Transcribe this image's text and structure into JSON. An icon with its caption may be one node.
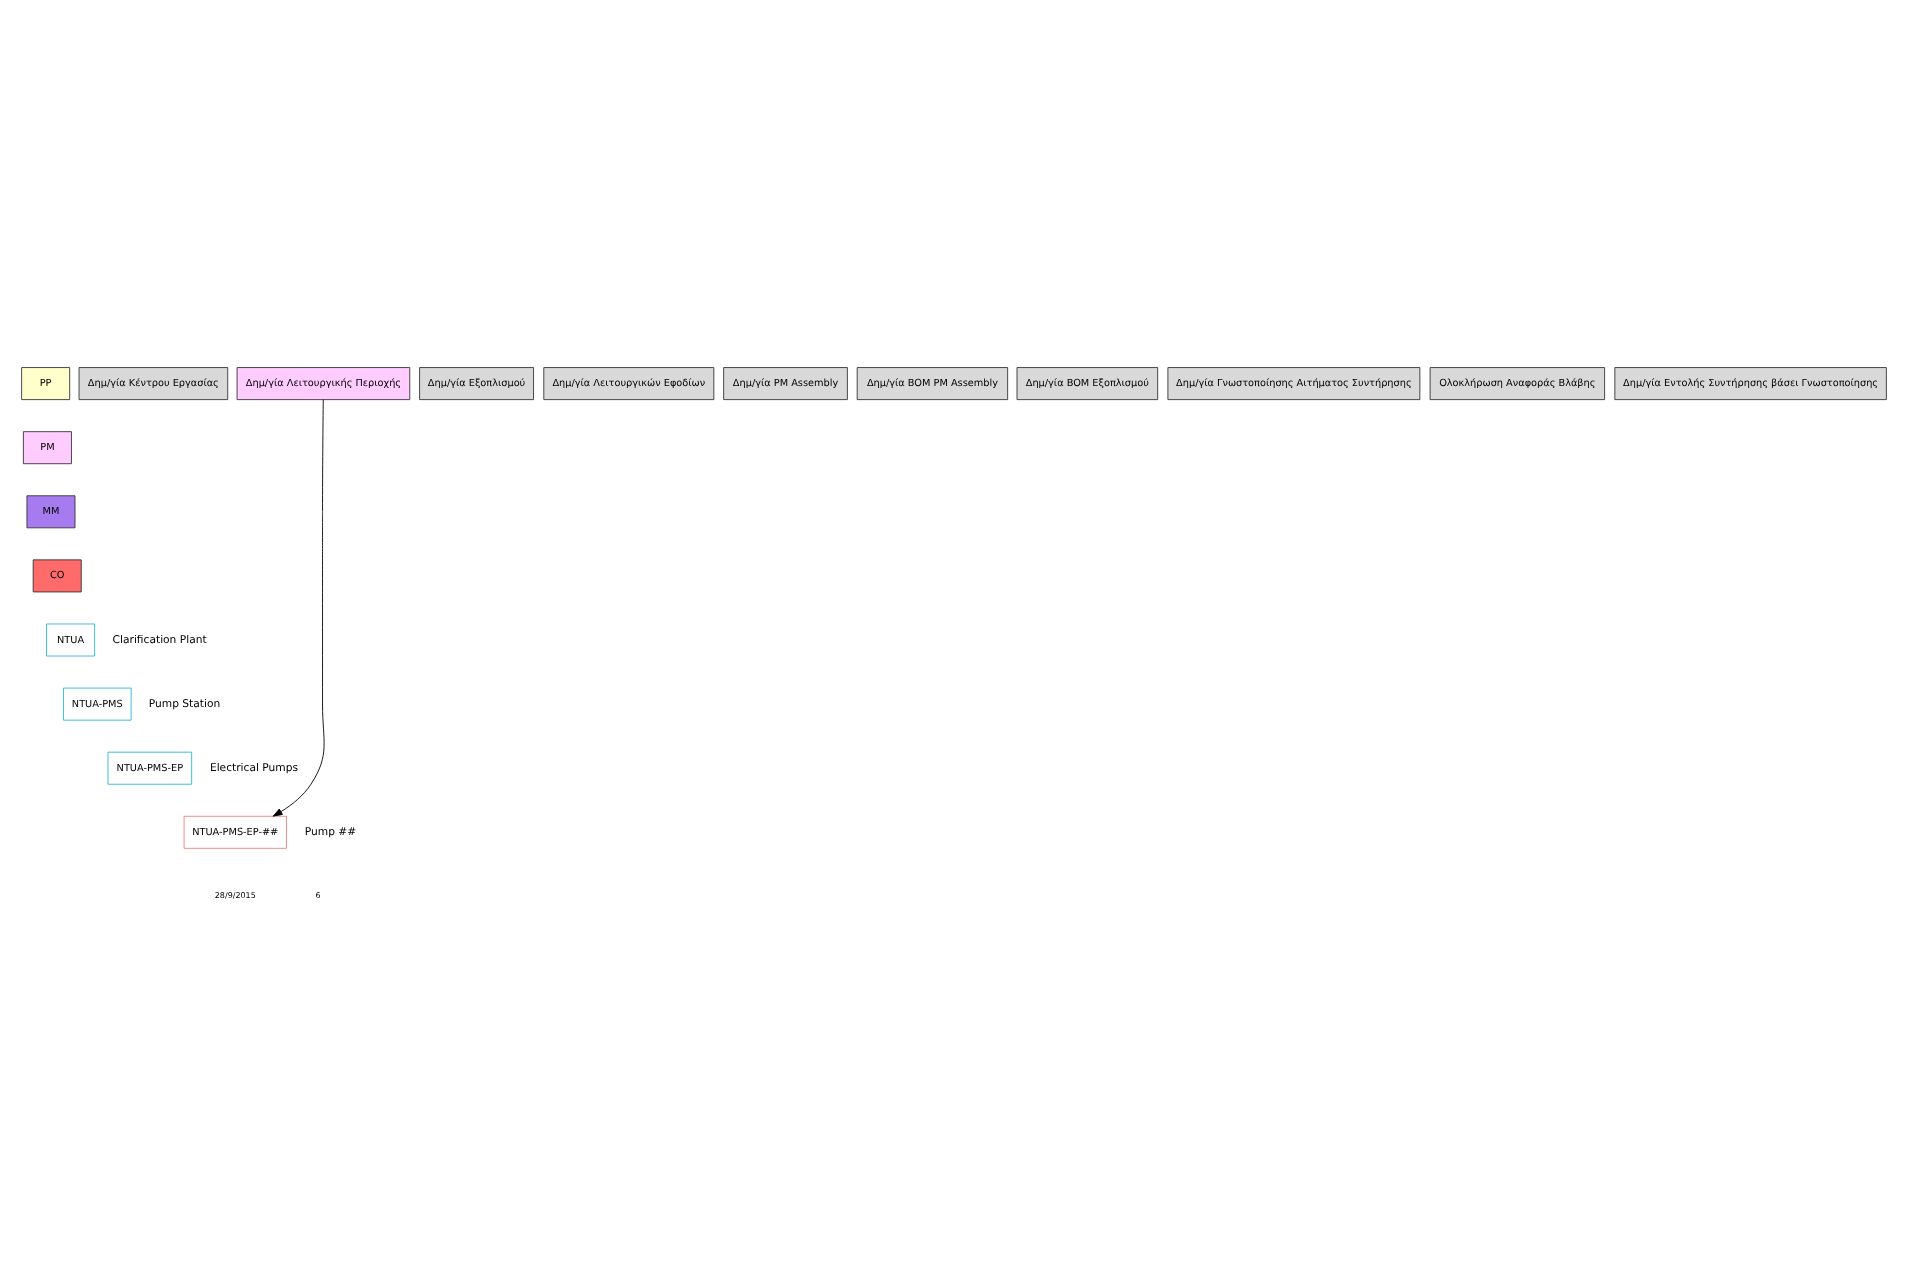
{
  "diagram": {
    "nodes": [
      {
        "text": [
          "PP"
        ]
      },
      {
        "text": [
          "PM"
        ]
      },
      {
        "text": [
          "MM"
        ]
      },
      {
        "text": [
          "CO"
        ]
      },
      {
        "text": [
          "Δημ/γία Κέντρου Εργασίας"
        ]
      },
      {
        "text": [
          "Δημ/γία Λειτουργικής Περιοχής"
        ]
      },
      {
        "text": [
          "Δημ/γία Εξοπλισμού"
        ]
      },
      {
        "text": [
          "Δημ/γία Λειτουργικών Εφοδίων"
        ]
      },
      {
        "text": [
          "Δημ/γία PM Assembly"
        ]
      },
      {
        "text": [
          "Δημ/γία BOM PM Assembly"
        ]
      },
      {
        "text": [
          "Δημ/γία BOM Εξοπλισμού"
        ]
      },
      {
        "text": [
          "Δημ/γία Γνωστοποίησης Αιτήματος Συντήρησης"
        ]
      },
      {
        "text": [
          "Ολοκλήρωση Αναφοράς Βλάβης"
        ]
      },
      {
        "text": [
          "Δημ/γία Εντολής Συντήρησης βάσει Γνωστοποίησης"
        ]
      },
      {
        "text": [
          "NTUA"
        ],
        "beside": [
          "Clarification Plant"
        ]
      },
      {
        "text": [
          "NTUA-PMS"
        ],
        "beside": [
          "Pump Station"
        ]
      },
      {
        "text": [
          "NTUA-PMS-EP"
        ],
        "beside": [
          "Electrical Pumps"
        ]
      },
      {
        "text": [
          "NTUA-PMS-EP-##"
        ],
        "beside": [
          "Pump ##"
        ]
      }
    ],
    "edges": [
      {
        "from": 5,
        "to": 17,
        "arrow": "to"
      }
    ],
    "labels": [
      "28/9/2015",
      "6"
    ]
  }
}
